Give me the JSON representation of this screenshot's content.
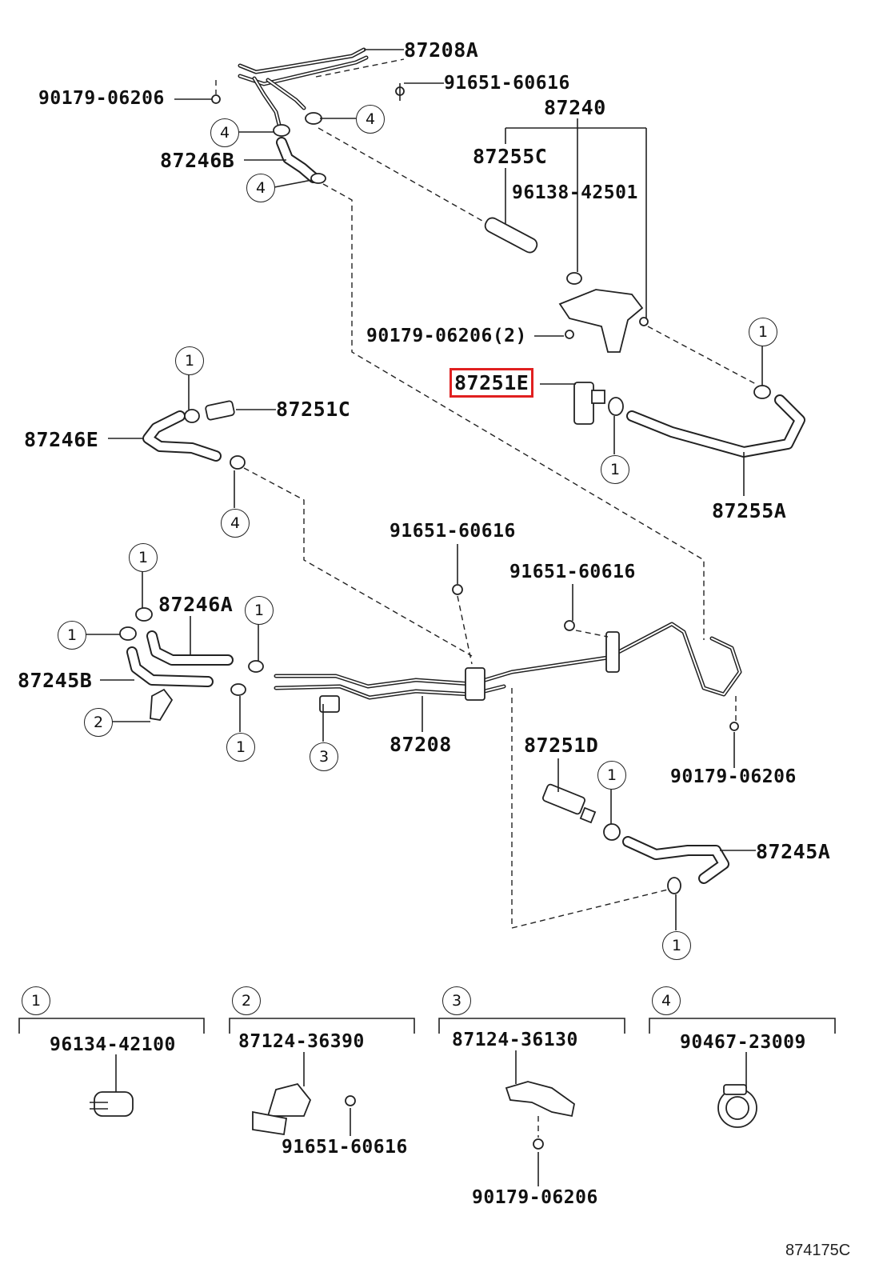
{
  "title": "",
  "reference_code": "874175C",
  "highlight_color": "#e02020",
  "parts": {
    "p87208A": "87208A",
    "p90179_top": "90179-06206",
    "p91651_top": "91651-60616",
    "p87240": "87240",
    "p87255C": "87255C",
    "p96138": "96138-42501",
    "p87246B": "87246B",
    "p90179_2": "90179-06206(2)",
    "p87251E": "87251E",
    "p87251C": "87251C",
    "p87246E": "87246E",
    "p87255A": "87255A",
    "p91651_mid1": "91651-60616",
    "p91651_mid2": "91651-60616",
    "p87246A": "87246A",
    "p87245B": "87245B",
    "p87208": "87208",
    "p87251D": "87251D",
    "p90179_right": "90179-06206",
    "p87245A": "87245A"
  },
  "callouts": [
    "4",
    "4",
    "4",
    "1",
    "1",
    "1",
    "4",
    "1",
    "1",
    "1",
    "1",
    "2",
    "3",
    "1",
    "1"
  ],
  "legend": [
    {
      "number": "1",
      "part": "96134-42100",
      "sub": ""
    },
    {
      "number": "2",
      "part": "87124-36390",
      "sub": "91651-60616"
    },
    {
      "number": "3",
      "part": "87124-36130",
      "sub": "90179-06206"
    },
    {
      "number": "4",
      "part": "90467-23009",
      "sub": ""
    }
  ]
}
